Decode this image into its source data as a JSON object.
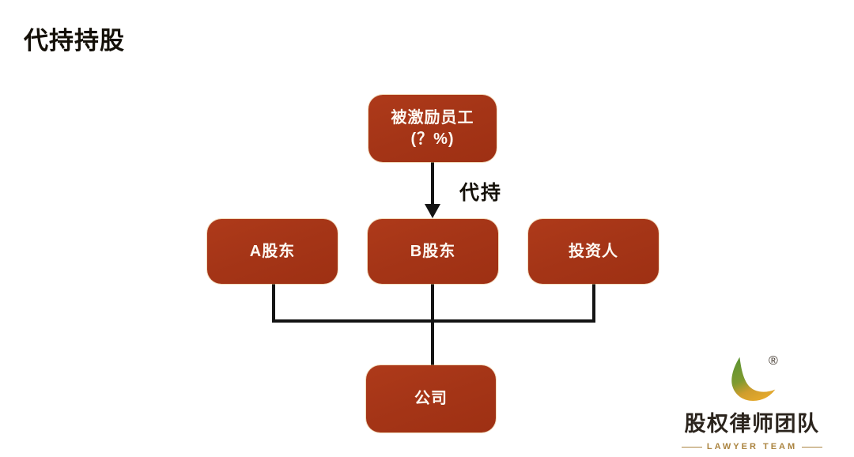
{
  "title": "代持持股",
  "diagram": {
    "nodes": {
      "employee": {
        "label": "被激励员工",
        "sublabel": "(？%)"
      },
      "shareholder_a": {
        "label": "A股东"
      },
      "shareholder_b": {
        "label": "B股东"
      },
      "investor": {
        "label": "投资人"
      },
      "company": {
        "label": "公司"
      }
    },
    "edge_label": "代持",
    "colors": {
      "node_fill": "#a53517",
      "node_text": "#ffffff",
      "line": "#141414"
    }
  },
  "logo": {
    "name": "股权律师团队",
    "subtitle": "LAWYER TEAM",
    "registered_mark": "®",
    "colors": {
      "leaf_green": "#5f9432",
      "leaf_orange": "#e8ab2c",
      "name_text": "#2b241d",
      "subtitle_text": "#ab8440"
    }
  }
}
